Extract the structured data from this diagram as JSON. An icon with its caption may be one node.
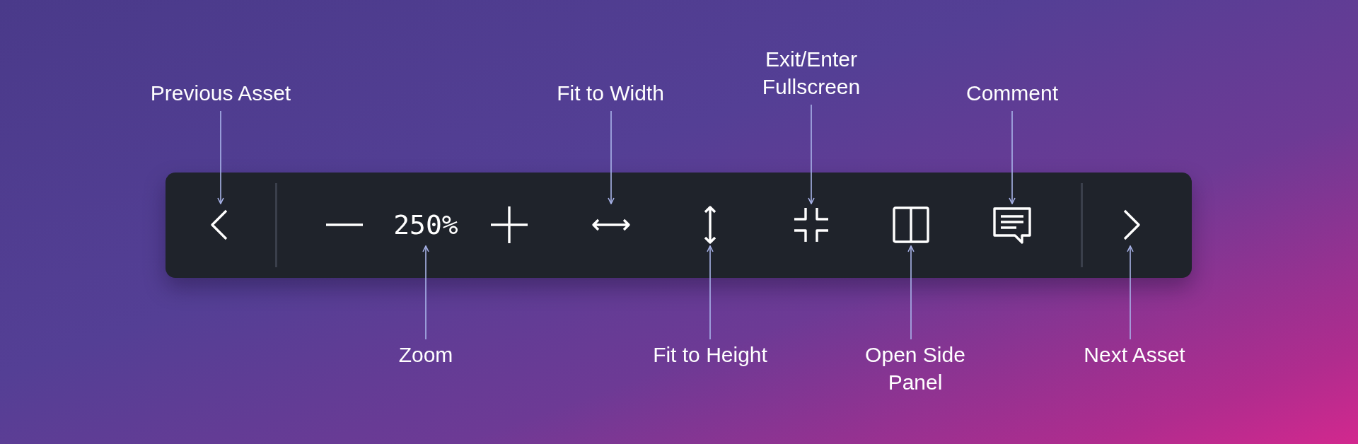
{
  "diagram": {
    "nodes": [
      {
        "text": [],
        "shape": "bar"
      },
      {
        "text": [],
        "shape": "picture",
        "in": 0
      },
      {
        "text": [],
        "shape": "picture",
        "in": 0
      },
      {
        "text": [
          "250%"
        ],
        "in": 0
      },
      {
        "text": [],
        "shape": "picture",
        "in": 0
      },
      {
        "text": [],
        "shape": "picture",
        "in": 0
      },
      {
        "text": [],
        "shape": "picture",
        "in": 0
      },
      {
        "text": [],
        "shape": "picture",
        "in": 0
      },
      {
        "text": [],
        "shape": "picture",
        "in": 0
      },
      {
        "text": [],
        "shape": "picture",
        "in": 0
      },
      {
        "text": [],
        "shape": "picture",
        "in": 0
      },
      {
        "text": [
          "Previous Asset"
        ]
      },
      {
        "text": [
          "Fit to Width"
        ]
      },
      {
        "text": [
          "Exit/Enter Fullscreen"
        ]
      },
      {
        "text": [
          "Comment"
        ]
      },
      {
        "text": [
          "Zoom"
        ]
      },
      {
        "text": [
          "Fit to Height"
        ]
      },
      {
        "text": [
          "Open Side Panel"
        ]
      },
      {
        "text": [
          "Next Asset"
        ]
      }
    ],
    "edges": [
      {
        "from": 11,
        "to": 1,
        "arrow": "to"
      },
      {
        "from": 12,
        "to": 5,
        "arrow": "to"
      },
      {
        "from": 13,
        "to": 7,
        "arrow": "to"
      },
      {
        "from": 14,
        "to": 9,
        "arrow": "to"
      },
      {
        "from": 15,
        "to": 3,
        "arrow": "to"
      },
      {
        "from": 16,
        "to": 6,
        "arrow": "to"
      },
      {
        "from": 17,
        "to": 8,
        "arrow": "to"
      },
      {
        "from": 18,
        "to": 10,
        "arrow": "to"
      }
    ]
  }
}
